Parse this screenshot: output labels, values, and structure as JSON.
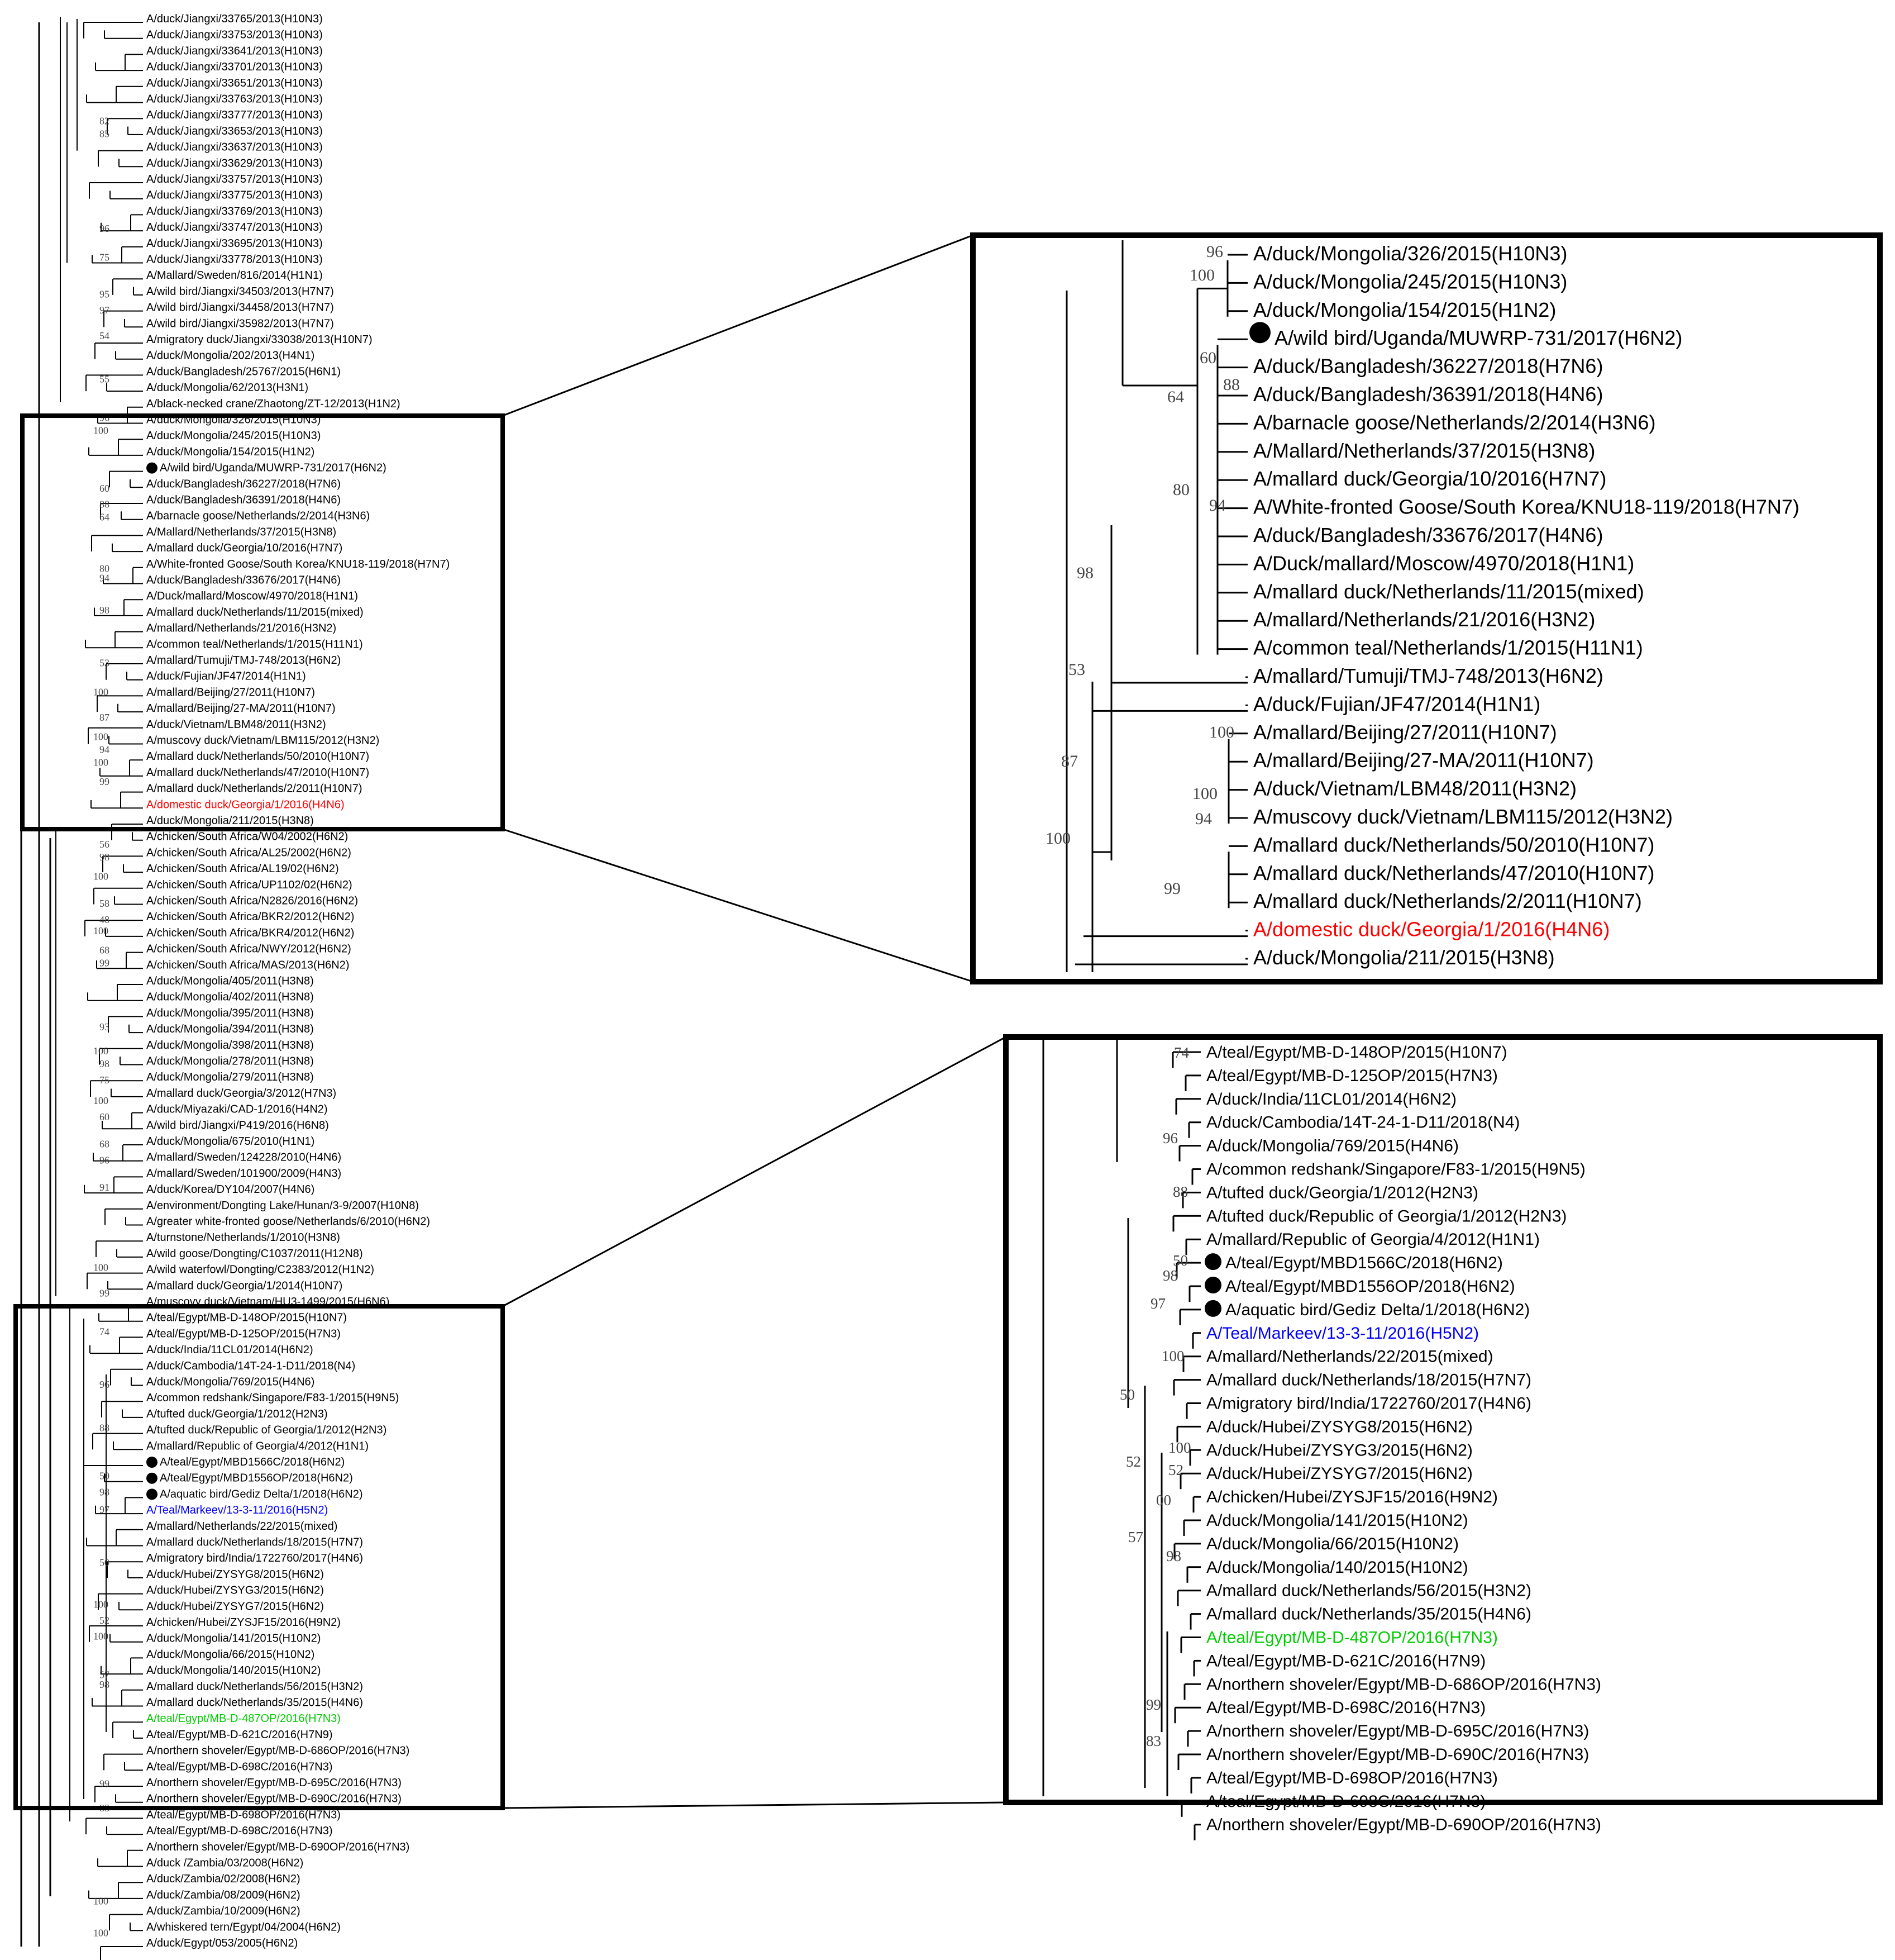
{
  "colors": {
    "black": "#000000",
    "red": "#ff0000",
    "blue": "#0000ff",
    "green": "#00cc00",
    "bootstrap": "#444444"
  },
  "overview": {
    "taxa": [
      {
        "name": "A/duck/Jiangxi/33765/2013(H10N3)"
      },
      {
        "name": "A/duck/Jiangxi/33753/2013(H10N3)"
      },
      {
        "name": "A/duck/Jiangxi/33641/2013(H10N3)"
      },
      {
        "name": "A/duck/Jiangxi/33701/2013(H10N3)"
      },
      {
        "name": "A/duck/Jiangxi/33651/2013(H10N3)"
      },
      {
        "name": "A/duck/Jiangxi/33763/2013(H10N3)"
      },
      {
        "name": "A/duck/Jiangxi/33777/2013(H10N3)"
      },
      {
        "name": "A/duck/Jiangxi/33653/2013(H10N3)"
      },
      {
        "name": "A/duck/Jiangxi/33637/2013(H10N3)"
      },
      {
        "name": "A/duck/Jiangxi/33629/2013(H10N3)"
      },
      {
        "name": "A/duck/Jiangxi/33757/2013(H10N3)"
      },
      {
        "name": "A/duck/Jiangxi/33775/2013(H10N3)"
      },
      {
        "name": "A/duck/Jiangxi/33769/2013(H10N3)"
      },
      {
        "name": "A/duck/Jiangxi/33747/2013(H10N3)"
      },
      {
        "name": "A/duck/Jiangxi/33695/2013(H10N3)"
      },
      {
        "name": "A/duck/Jiangxi/33778/2013(H10N3)"
      },
      {
        "name": "A/Mallard/Sweden/816/2014(H1N1)"
      },
      {
        "name": "A/wild bird/Jiangxi/34503/2013(H7N7)"
      },
      {
        "name": "A/wild bird/Jiangxi/34458/2013(H7N7)"
      },
      {
        "name": "A/wild bird/Jiangxi/35982/2013(H7N7)"
      },
      {
        "name": "A/migratory duck/Jiangxi/33038/2013(H10N7)"
      },
      {
        "name": "A/duck/Mongolia/202/2013(H4N1)"
      },
      {
        "name": "A/duck/Bangladesh/25767/2015(H6N1)"
      },
      {
        "name": "A/duck/Mongolia/62/2013(H3N1)"
      },
      {
        "name": "A/black-necked crane/Zhaotong/ZT-12/2013(H1N2)"
      },
      {
        "name": "A/duck/Mongolia/326/2015(H10N3)"
      },
      {
        "name": "A/duck/Mongolia/245/2015(H10N3)"
      },
      {
        "name": "A/duck/Mongolia/154/2015(H1N2)"
      },
      {
        "name": "A/wild bird/Uganda/MUWRP-731/2017(H6N2)",
        "dot": true
      },
      {
        "name": "A/duck/Bangladesh/36227/2018(H7N6)"
      },
      {
        "name": "A/duck/Bangladesh/36391/2018(H4N6)"
      },
      {
        "name": "A/barnacle goose/Netherlands/2/2014(H3N6)"
      },
      {
        "name": "A/Mallard/Netherlands/37/2015(H3N8)"
      },
      {
        "name": "A/mallard duck/Georgia/10/2016(H7N7)"
      },
      {
        "name": "A/White-fronted Goose/South Korea/KNU18-119/2018(H7N7)"
      },
      {
        "name": "A/duck/Bangladesh/33676/2017(H4N6)"
      },
      {
        "name": "A/Duck/mallard/Moscow/4970/2018(H1N1)"
      },
      {
        "name": "A/mallard duck/Netherlands/11/2015(mixed)"
      },
      {
        "name": "A/mallard/Netherlands/21/2016(H3N2)"
      },
      {
        "name": "A/common teal/Netherlands/1/2015(H11N1)"
      },
      {
        "name": "A/mallard/Tumuji/TMJ-748/2013(H6N2)"
      },
      {
        "name": "A/duck/Fujian/JF47/2014(H1N1)"
      },
      {
        "name": "A/mallard/Beijing/27/2011(H10N7)"
      },
      {
        "name": "A/mallard/Beijing/27-MA/2011(H10N7)"
      },
      {
        "name": "A/duck/Vietnam/LBM48/2011(H3N2)"
      },
      {
        "name": "A/muscovy duck/Vietnam/LBM115/2012(H3N2)"
      },
      {
        "name": "A/mallard duck/Netherlands/50/2010(H10N7)"
      },
      {
        "name": "A/mallard duck/Netherlands/47/2010(H10N7)"
      },
      {
        "name": "A/mallard duck/Netherlands/2/2011(H10N7)"
      },
      {
        "name": "A/domestic duck/Georgia/1/2016(H4N6)",
        "color": "red"
      },
      {
        "name": "A/duck/Mongolia/211/2015(H3N8)"
      },
      {
        "name": "A/chicken/South Africa/W04/2002(H6N2)"
      },
      {
        "name": "A/chicken/South Africa/AL25/2002(H6N2)"
      },
      {
        "name": "A/chicken/South Africa/AL19/02(H6N2)"
      },
      {
        "name": "A/chicken/South Africa/UP1102/02(H6N2)"
      },
      {
        "name": "A/chicken/South Africa/N2826/2016(H6N2)"
      },
      {
        "name": "A/chicken/South Africa/BKR2/2012(H6N2)"
      },
      {
        "name": "A/chicken/South Africa/BKR4/2012(H6N2)"
      },
      {
        "name": "A/chicken/South Africa/NWY/2012(H6N2)"
      },
      {
        "name": "A/chicken/South Africa/MAS/2013(H6N2)"
      },
      {
        "name": "A/duck/Mongolia/405/2011(H3N8)"
      },
      {
        "name": "A/duck/Mongolia/402/2011(H3N8)"
      },
      {
        "name": "A/duck/Mongolia/395/2011(H3N8)"
      },
      {
        "name": "A/duck/Mongolia/394/2011(H3N8)"
      },
      {
        "name": "A/duck/Mongolia/398/2011(H3N8)"
      },
      {
        "name": "A/duck/Mongolia/278/2011(H3N8)"
      },
      {
        "name": "A/duck/Mongolia/279/2011(H3N8)"
      },
      {
        "name": "A/mallard duck/Georgia/3/2012(H7N3)"
      },
      {
        "name": "A/duck/Miyazaki/CAD-1/2016(H4N2)"
      },
      {
        "name": "A/wild bird/Jiangxi/P419/2016(H6N8)"
      },
      {
        "name": "A/duck/Mongolia/675/2010(H1N1)"
      },
      {
        "name": "A/mallard/Sweden/124228/2010(H4N6)"
      },
      {
        "name": "A/mallard/Sweden/101900/2009(H4N3)"
      },
      {
        "name": "A/duck/Korea/DY104/2007(H4N6)"
      },
      {
        "name": "A/environment/Dongting Lake/Hunan/3-9/2007(H10N8)"
      },
      {
        "name": "A/greater white-fronted goose/Netherlands/6/2010(H6N2)"
      },
      {
        "name": "A/turnstone/Netherlands/1/2010(H3N8)"
      },
      {
        "name": "A/wild goose/Dongting/C1037/2011(H12N8)"
      },
      {
        "name": "A/wild waterfowl/Dongting/C2383/2012(H1N2)"
      },
      {
        "name": "A/mallard duck/Georgia/1/2014(H10N7)"
      },
      {
        "name": "A/muscovy duck/Vietnam/HU3-1499/2015(H6N6)"
      },
      {
        "name": "A/teal/Egypt/MB-D-148OP/2015(H10N7)"
      },
      {
        "name": "A/teal/Egypt/MB-D-125OP/2015(H7N3)"
      },
      {
        "name": "A/duck/India/11CL01/2014(H6N2)"
      },
      {
        "name": "A/duck/Cambodia/14T-24-1-D11/2018(N4)"
      },
      {
        "name": "A/duck/Mongolia/769/2015(H4N6)"
      },
      {
        "name": "A/common redshank/Singapore/F83-1/2015(H9N5)"
      },
      {
        "name": "A/tufted duck/Georgia/1/2012(H2N3)"
      },
      {
        "name": "A/tufted duck/Republic of Georgia/1/2012(H2N3)"
      },
      {
        "name": "A/mallard/Republic of Georgia/4/2012(H1N1)"
      },
      {
        "name": "A/teal/Egypt/MBD1566C/2018(H6N2)",
        "dot": true
      },
      {
        "name": "A/teal/Egypt/MBD1556OP/2018(H6N2)",
        "dot": true
      },
      {
        "name": "A/aquatic bird/Gediz Delta/1/2018(H6N2)",
        "dot": true
      },
      {
        "name": "A/Teal/Markeev/13-3-11/2016(H5N2)",
        "color": "blue"
      },
      {
        "name": "A/mallard/Netherlands/22/2015(mixed)"
      },
      {
        "name": "A/mallard duck/Netherlands/18/2015(H7N7)"
      },
      {
        "name": "A/migratory bird/India/1722760/2017(H4N6)"
      },
      {
        "name": "A/duck/Hubei/ZYSYG8/2015(H6N2)"
      },
      {
        "name": "A/duck/Hubei/ZYSYG3/2015(H6N2)"
      },
      {
        "name": "A/duck/Hubei/ZYSYG7/2015(H6N2)"
      },
      {
        "name": "A/chicken/Hubei/ZYSJF15/2016(H9N2)"
      },
      {
        "name": "A/duck/Mongolia/141/2015(H10N2)"
      },
      {
        "name": "A/duck/Mongolia/66/2015(H10N2)"
      },
      {
        "name": "A/duck/Mongolia/140/2015(H10N2)"
      },
      {
        "name": "A/mallard duck/Netherlands/56/2015(H3N2)"
      },
      {
        "name": "A/mallard duck/Netherlands/35/2015(H4N6)"
      },
      {
        "name": "A/teal/Egypt/MB-D-487OP/2016(H7N3)",
        "color": "green"
      },
      {
        "name": "A/teal/Egypt/MB-D-621C/2016(H7N9)"
      },
      {
        "name": "A/northern shoveler/Egypt/MB-D-686OP/2016(H7N3)"
      },
      {
        "name": "A/teal/Egypt/MB-D-698C/2016(H7N3)"
      },
      {
        "name": "A/northern shoveler/Egypt/MB-D-695C/2016(H7N3)"
      },
      {
        "name": "A/northern shoveler/Egypt/MB-D-690C/2016(H7N3)"
      },
      {
        "name": "A/teal/Egypt/MB-D-698OP/2016(H7N3)"
      },
      {
        "name": "A/teal/Egypt/MB-D-698C/2016(H7N3)"
      },
      {
        "name": "A/northern shoveler/Egypt/MB-D-690OP/2016(H7N3)"
      },
      {
        "name": "A/duck /Zambia/03/2008(H6N2)"
      },
      {
        "name": "A/duck/Zambia/02/2008(H6N2)"
      },
      {
        "name": "A/duck/Zambia/08/2009(H6N2)"
      },
      {
        "name": "A/duck/Zambia/10/2009(H6N2)"
      },
      {
        "name": "A/whiskered tern/Egypt/04/2004(H6N2)"
      },
      {
        "name": "A/duck/Egypt/053/2005(H6N2)"
      }
    ],
    "bootstrap": [
      {
        "v": "82",
        "row": 6.5
      },
      {
        "v": "85",
        "row": 7.3
      },
      {
        "v": "96",
        "row": 13.2
      },
      {
        "v": "75",
        "row": 15.0
      },
      {
        "v": "97",
        "row": 18.3
      },
      {
        "v": "95",
        "row": 17.3
      },
      {
        "v": "54",
        "row": 19.9
      },
      {
        "v": "55",
        "row": 22.6
      },
      {
        "v": "96",
        "row": 25.0
      },
      {
        "v": "100",
        "row": 25.8
      },
      {
        "v": "60",
        "row": 29.4
      },
      {
        "v": "88",
        "row": 30.4
      },
      {
        "v": "64",
        "row": 31.2
      },
      {
        "v": "80",
        "row": 34.4
      },
      {
        "v": "94",
        "row": 35.0
      },
      {
        "v": "98",
        "row": 37.0
      },
      {
        "v": "53",
        "row": 40.3
      },
      {
        "v": "100",
        "row": 42.1
      },
      {
        "v": "87",
        "row": 43.7
      },
      {
        "v": "100",
        "row": 44.9
      },
      {
        "v": "94",
        "row": 45.7
      },
      {
        "v": "100",
        "row": 46.5
      },
      {
        "v": "99",
        "row": 47.7
      },
      {
        "v": "56",
        "row": 51.6
      },
      {
        "v": "98",
        "row": 52.4
      },
      {
        "v": "100",
        "row": 53.6
      },
      {
        "v": "58",
        "row": 55.3
      },
      {
        "v": "48",
        "row": 56.3
      },
      {
        "v": "100",
        "row": 57.0
      },
      {
        "v": "68",
        "row": 58.2
      },
      {
        "v": "99",
        "row": 59.0
      },
      {
        "v": "93",
        "row": 63.0
      },
      {
        "v": "98",
        "row": 65.3
      },
      {
        "v": "75",
        "row": 66.3
      },
      {
        "v": "100",
        "row": 67.6
      },
      {
        "v": "60",
        "row": 68.6
      },
      {
        "v": "68",
        "row": 70.3
      },
      {
        "v": "96",
        "row": 71.3
      },
      {
        "v": "91",
        "row": 73.0
      },
      {
        "v": "100",
        "row": 78.0
      },
      {
        "v": "99",
        "row": 79.6
      },
      {
        "v": "100",
        "row": 64.5
      },
      {
        "v": "74",
        "row": 82.0
      },
      {
        "v": "96",
        "row": 85.3
      },
      {
        "v": "88",
        "row": 88.0
      },
      {
        "v": "50",
        "row": 91.0
      },
      {
        "v": "98",
        "row": 92.0
      },
      {
        "v": "97",
        "row": 93.1
      },
      {
        "v": "50",
        "row": 96.4
      },
      {
        "v": "100",
        "row": 99.0
      },
      {
        "v": "52",
        "row": 100.0
      },
      {
        "v": "100",
        "row": 101.0
      },
      {
        "v": "57",
        "row": 103.4
      },
      {
        "v": "98",
        "row": 104.0
      },
      {
        "v": "99",
        "row": 110.2
      },
      {
        "v": "83",
        "row": 111.7
      },
      {
        "v": "100",
        "row": 117.5
      },
      {
        "v": "100",
        "row": 119.5
      },
      {
        "v": "100",
        "row": 121.5
      }
    ]
  },
  "inset_top": {
    "taxa": [
      {
        "name": "A/duck/Mongolia/326/2015(H10N3)"
      },
      {
        "name": "A/duck/Mongolia/245/2015(H10N3)"
      },
      {
        "name": "A/duck/Mongolia/154/2015(H1N2)"
      },
      {
        "name": "A/wild bird/Uganda/MUWRP-731/2017(H6N2)",
        "dot": true
      },
      {
        "name": "A/duck/Bangladesh/36227/2018(H7N6)"
      },
      {
        "name": "A/duck/Bangladesh/36391/2018(H4N6)"
      },
      {
        "name": "A/barnacle goose/Netherlands/2/2014(H3N6)"
      },
      {
        "name": "A/Mallard/Netherlands/37/2015(H3N8)"
      },
      {
        "name": "A/mallard duck/Georgia/10/2016(H7N7)"
      },
      {
        "name": "A/White-fronted Goose/South Korea/KNU18-119/2018(H7N7)"
      },
      {
        "name": "A/duck/Bangladesh/33676/2017(H4N6)"
      },
      {
        "name": "A/Duck/mallard/Moscow/4970/2018(H1N1)"
      },
      {
        "name": "A/mallard duck/Netherlands/11/2015(mixed)"
      },
      {
        "name": "A/mallard/Netherlands/21/2016(H3N2)"
      },
      {
        "name": "A/common teal/Netherlands/1/2015(H11N1)"
      },
      {
        "name": "A/mallard/Tumuji/TMJ-748/2013(H6N2)"
      },
      {
        "name": "A/duck/Fujian/JF47/2014(H1N1)"
      },
      {
        "name": "A/mallard/Beijing/27/2011(H10N7)"
      },
      {
        "name": "A/mallard/Beijing/27-MA/2011(H10N7)"
      },
      {
        "name": "A/duck/Vietnam/LBM48/2011(H3N2)"
      },
      {
        "name": "A/muscovy duck/Vietnam/LBM115/2012(H3N2)"
      },
      {
        "name": "A/mallard duck/Netherlands/50/2010(H10N7)"
      },
      {
        "name": "A/mallard duck/Netherlands/47/2010(H10N7)"
      },
      {
        "name": "A/mallard duck/Netherlands/2/2011(H10N7)"
      },
      {
        "name": "A/domestic duck/Georgia/1/2016(H4N6)",
        "color": "red"
      },
      {
        "name": "A/duck/Mongolia/211/2015(H3N8)"
      }
    ],
    "bootstrap": [
      {
        "v": "96"
      },
      {
        "v": "100"
      },
      {
        "v": "60"
      },
      {
        "v": "88"
      },
      {
        "v": "64"
      },
      {
        "v": "80"
      },
      {
        "v": "94"
      },
      {
        "v": "98"
      },
      {
        "v": "53"
      },
      {
        "v": "100"
      },
      {
        "v": "87"
      },
      {
        "v": "100"
      },
      {
        "v": "94"
      },
      {
        "v": "100"
      },
      {
        "v": "99"
      }
    ]
  },
  "inset_bottom": {
    "taxa": [
      {
        "name": "A/teal/Egypt/MB-D-148OP/2015(H10N7)"
      },
      {
        "name": "A/teal/Egypt/MB-D-125OP/2015(H7N3)"
      },
      {
        "name": "A/duck/India/11CL01/2014(H6N2)"
      },
      {
        "name": "A/duck/Cambodia/14T-24-1-D11/2018(N4)"
      },
      {
        "name": "A/duck/Mongolia/769/2015(H4N6)"
      },
      {
        "name": "A/common redshank/Singapore/F83-1/2015(H9N5)"
      },
      {
        "name": "A/tufted duck/Georgia/1/2012(H2N3)"
      },
      {
        "name": "A/tufted duck/Republic of Georgia/1/2012(H2N3)"
      },
      {
        "name": "A/mallard/Republic of Georgia/4/2012(H1N1)"
      },
      {
        "name": "A/teal/Egypt/MBD1566C/2018(H6N2)",
        "dot": true
      },
      {
        "name": "A/teal/Egypt/MBD1556OP/2018(H6N2)",
        "dot": true
      },
      {
        "name": "A/aquatic bird/Gediz Delta/1/2018(H6N2)",
        "dot": true
      },
      {
        "name": "A/Teal/Markeev/13-3-11/2016(H5N2)",
        "color": "blue"
      },
      {
        "name": "A/mallard/Netherlands/22/2015(mixed)"
      },
      {
        "name": "A/mallard duck/Netherlands/18/2015(H7N7)"
      },
      {
        "name": "A/migratory bird/India/1722760/2017(H4N6)"
      },
      {
        "name": "A/duck/Hubei/ZYSYG8/2015(H6N2)"
      },
      {
        "name": "A/duck/Hubei/ZYSYG3/2015(H6N2)"
      },
      {
        "name": "A/duck/Hubei/ZYSYG7/2015(H6N2)"
      },
      {
        "name": "A/chicken/Hubei/ZYSJF15/2016(H9N2)"
      },
      {
        "name": "A/duck/Mongolia/141/2015(H10N2)"
      },
      {
        "name": "A/duck/Mongolia/66/2015(H10N2)"
      },
      {
        "name": "A/duck/Mongolia/140/2015(H10N2)"
      },
      {
        "name": "A/mallard duck/Netherlands/56/2015(H3N2)"
      },
      {
        "name": "A/mallard duck/Netherlands/35/2015(H4N6)"
      },
      {
        "name": "A/teal/Egypt/MB-D-487OP/2016(H7N3)",
        "color": "green"
      },
      {
        "name": "A/teal/Egypt/MB-D-621C/2016(H7N9)"
      },
      {
        "name": "A/northern shoveler/Egypt/MB-D-686OP/2016(H7N3)"
      },
      {
        "name": "A/teal/Egypt/MB-D-698C/2016(H7N3)"
      },
      {
        "name": "A/northern shoveler/Egypt/MB-D-695C/2016(H7N3)"
      },
      {
        "name": "A/northern shoveler/Egypt/MB-D-690C/2016(H7N3)"
      },
      {
        "name": "A/teal/Egypt/MB-D-698OP/2016(H7N3)"
      },
      {
        "name": "A/teal/Egypt/MB-D-698C/2016(H7N3)"
      },
      {
        "name": "A/northern shoveler/Egypt/MB-D-690OP/2016(H7N3)"
      }
    ],
    "bootstrap": [
      {
        "v": "74"
      },
      {
        "v": "96"
      },
      {
        "v": "88"
      },
      {
        "v": "50"
      },
      {
        "v": "98"
      },
      {
        "v": "97"
      },
      {
        "v": "100"
      },
      {
        "v": "50"
      },
      {
        "v": "100"
      },
      {
        "v": "52"
      },
      {
        "v": "52"
      },
      {
        "v": "00"
      },
      {
        "v": "57"
      },
      {
        "v": "98"
      },
      {
        "v": "99"
      },
      {
        "v": "83"
      }
    ]
  }
}
